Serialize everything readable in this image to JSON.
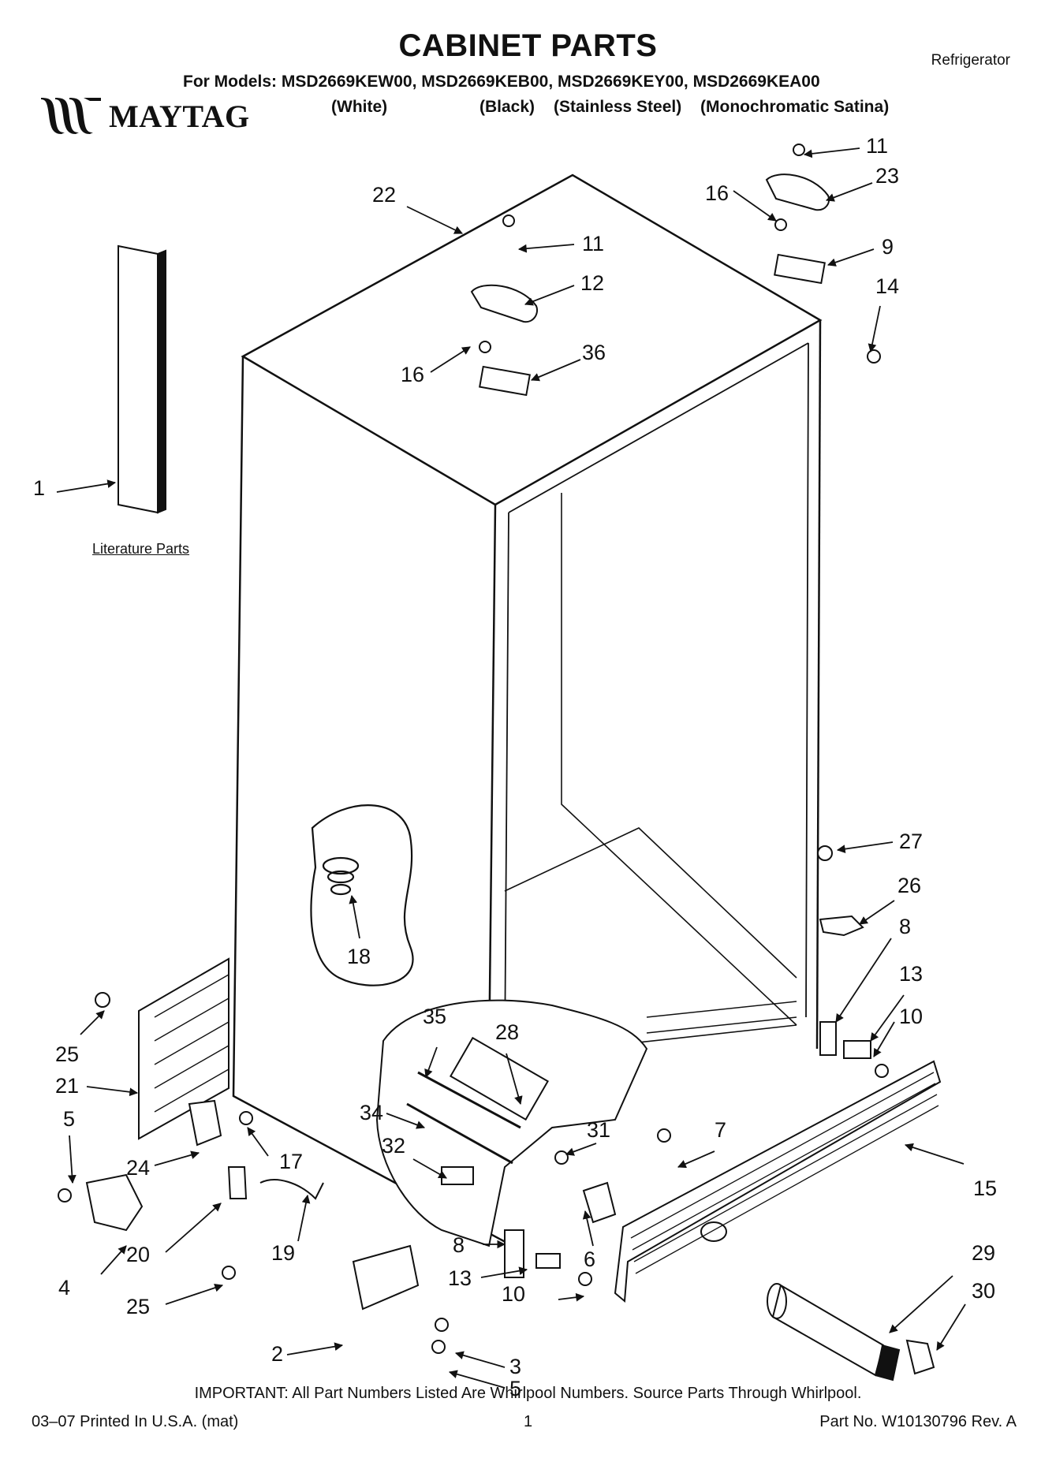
{
  "header": {
    "title": "CABINET PARTS",
    "category": "Refrigerator",
    "models_line": "For Models: MSD2669KEW00, MSD2669KEB00, MSD2669KEY00, MSD2669KEA00",
    "variants": [
      "(White)",
      "(Black)",
      "(Stainless Steel)",
      "(Monochromatic Satina)"
    ],
    "brand": "MAYTAG"
  },
  "literature_label": "Literature Parts",
  "callouts": [
    "1",
    "2",
    "3",
    "4",
    "5",
    "5",
    "6",
    "7",
    "8",
    "8",
    "9",
    "10",
    "10",
    "11",
    "11",
    "12",
    "13",
    "13",
    "14",
    "15",
    "16",
    "16",
    "17",
    "18",
    "19",
    "20",
    "21",
    "22",
    "23",
    "24",
    "25",
    "25",
    "26",
    "27",
    "28",
    "29",
    "30",
    "31",
    "32",
    "34",
    "35",
    "36"
  ],
  "footer": {
    "important": "IMPORTANT: All Part Numbers Listed Are Whirlpool Numbers. Source Parts Through Whirlpool.",
    "printed": "03–07 Printed In U.S.A. (mat)",
    "page": "1",
    "part_no": "Part No. W10130796 Rev. A"
  }
}
